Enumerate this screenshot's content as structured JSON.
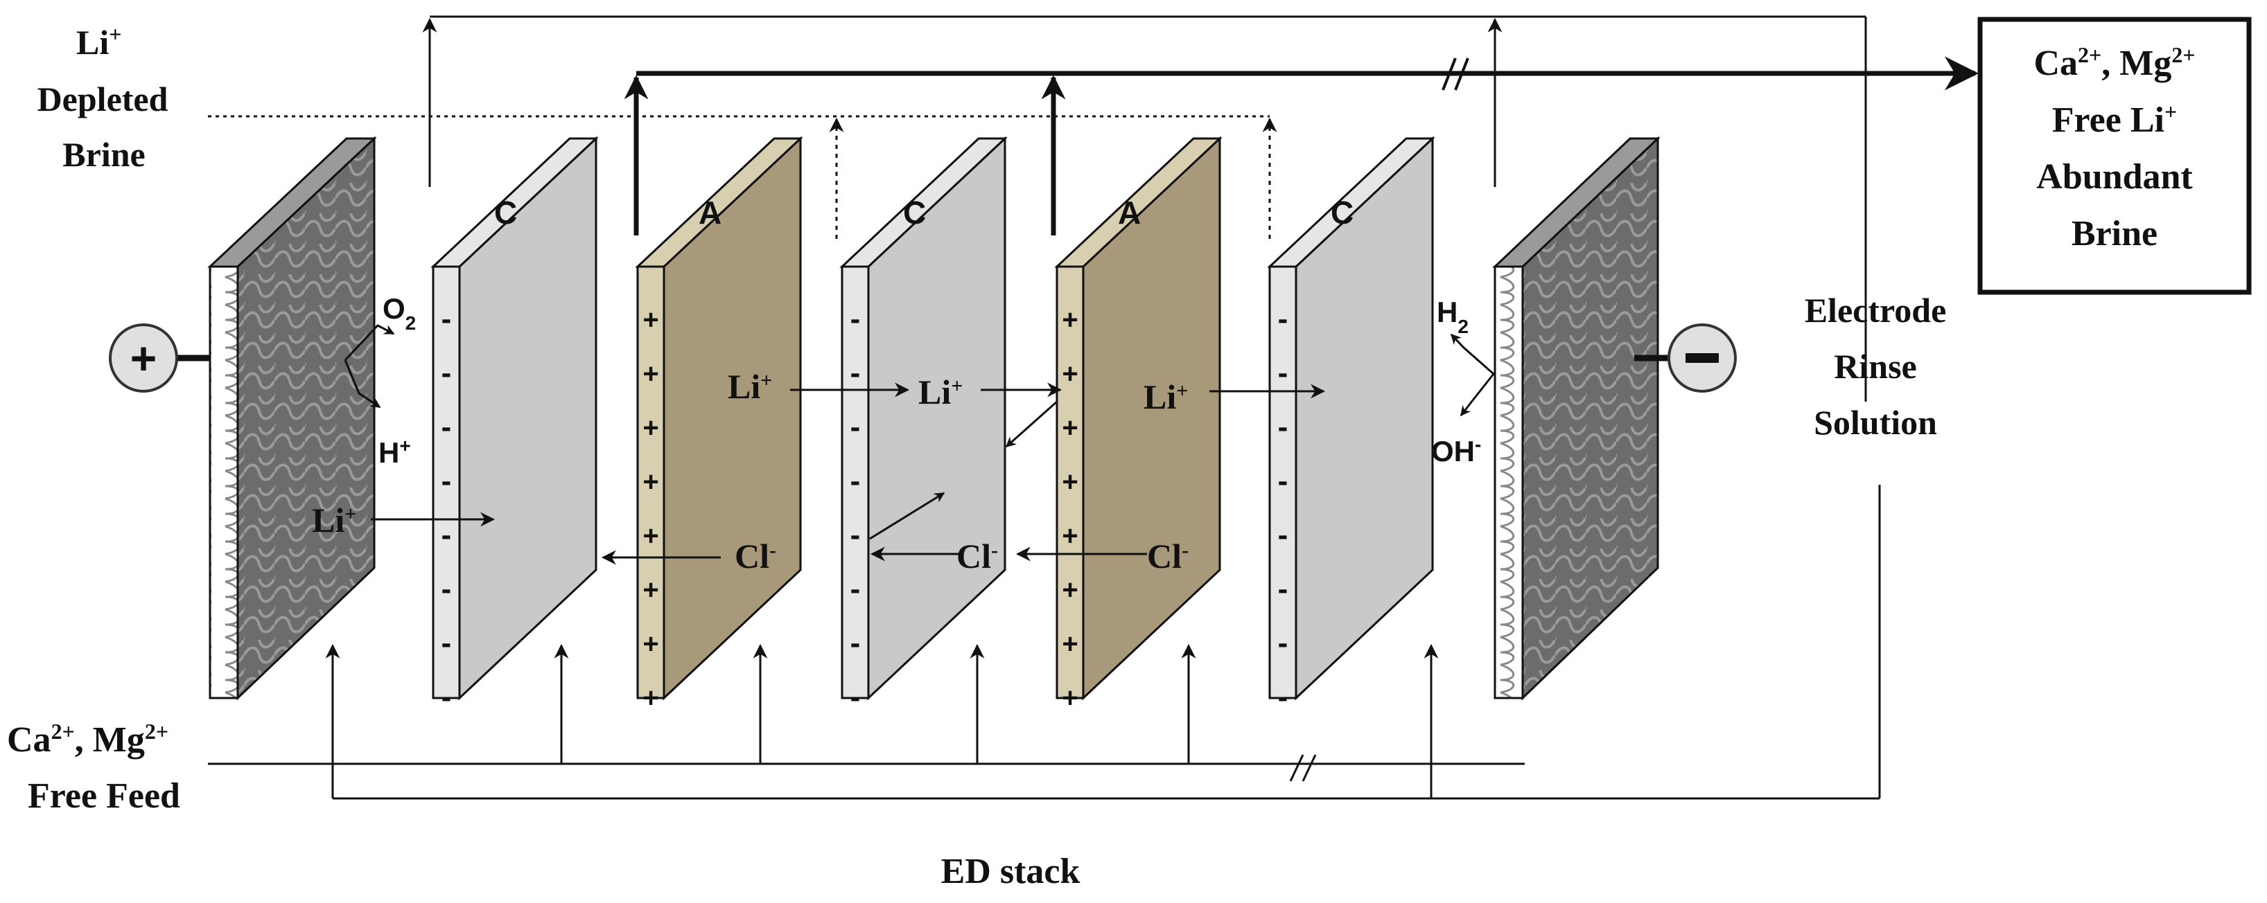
{
  "labels": {
    "depleted_line1": "Li",
    "depleted_line1_sup": "+",
    "depleted_line2": "Depleted",
    "depleted_line3": "Brine",
    "product_line1_a": "Ca",
    "product_line1_a_sup": "2+",
    "product_line1_b": ", Mg",
    "product_line1_b_sup": "2+",
    "product_line2": "Free Li",
    "product_line2_sup": "+",
    "product_line3": "Abundant",
    "product_line4": "Brine",
    "rinse_line1": "Electrode",
    "rinse_line2": "Rinse",
    "rinse_line3": "Solution",
    "feed_line1_a": "Ca",
    "feed_line1_a_sup": "2+",
    "feed_line1_b": ", Mg",
    "feed_line1_b_sup": "2+",
    "feed_line2": "Free Feed",
    "stack_title": "ED stack",
    "anode_symbol": "+",
    "cathode_symbol": "-"
  },
  "membranes": [
    {
      "type": "C",
      "charge": "-"
    },
    {
      "type": "A",
      "charge": "+"
    },
    {
      "type": "C",
      "charge": "-"
    },
    {
      "type": "A",
      "charge": "+"
    },
    {
      "type": "C",
      "charge": "-"
    }
  ],
  "species": {
    "o2": "O",
    "o2_sub": "2",
    "h_plus": "H",
    "h_plus_sup": "+",
    "li_plus": "Li",
    "li_plus_sup": "+",
    "cl_minus": "Cl",
    "cl_minus_sup": "-",
    "h2": "H",
    "h2_sub": "2",
    "oh_minus": "OH",
    "oh_minus_sup": "-"
  },
  "colors": {
    "cation_membrane": "#c9c9c9",
    "cation_membrane_side": "#e6e6e6",
    "anion_membrane": "#a8997a",
    "anion_membrane_side": "#d8cfb0",
    "electrode": "#6f6f6f",
    "line": "#111111"
  }
}
